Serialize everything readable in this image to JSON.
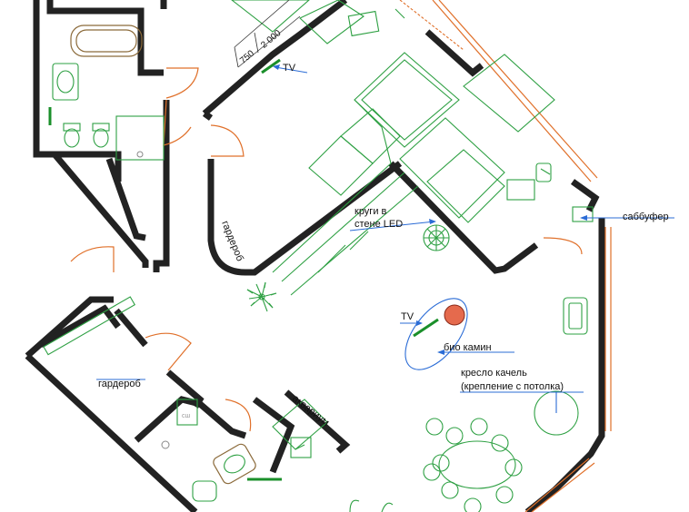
{
  "labels": {
    "tv_top": "TV",
    "tv_center": "TV",
    "dim_750": "750",
    "dim_2000": "2 000",
    "subwoofer": "саббуфер",
    "led_circles": "круги в",
    "led_circles_2": "стене LED",
    "wardrobe_top": "гардероб",
    "wardrobe_bottom": "гардероб",
    "fireplace": "био камин",
    "swing_chair": "кресло качель",
    "swing_chair_2": "(крепление с потолка)",
    "aquarium": "аквариум"
  },
  "colors": {
    "walls": "#222222",
    "furniture": "#2ea043",
    "doors": "#e0702a",
    "annotations": "#2b6cd6",
    "fireplace_fill": "#d94a3a"
  }
}
